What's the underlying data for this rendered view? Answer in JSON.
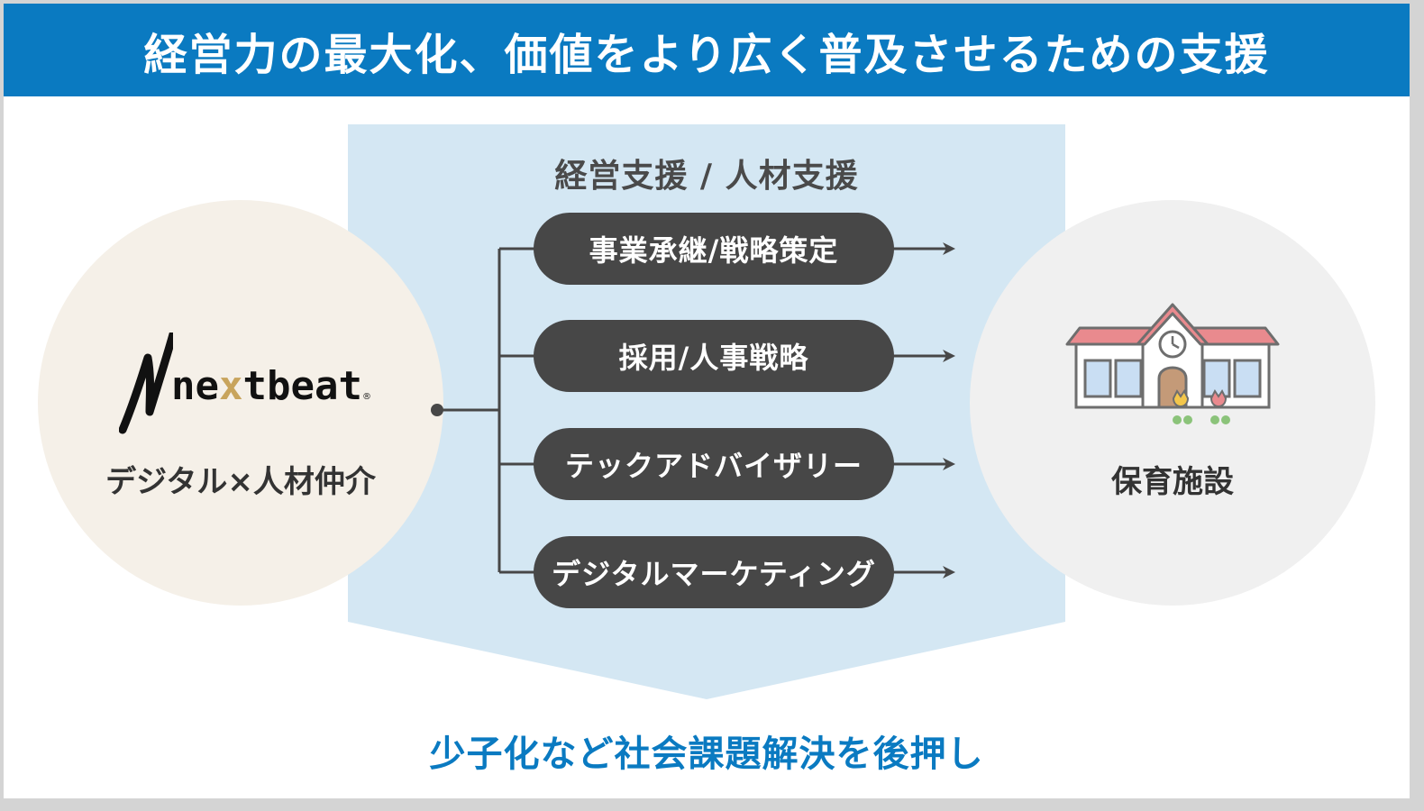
{
  "header": {
    "title": "経営力の最大化、価値をより広く普及させるための支援"
  },
  "support": {
    "title": "経営支援 / 人材支援",
    "items": [
      {
        "label": "事業承継/戦略策定"
      },
      {
        "label": "採用/人事戦略"
      },
      {
        "label": "テックアドバイザリー"
      },
      {
        "label": "デジタルマーケティング"
      }
    ]
  },
  "left": {
    "logo_text_before": "ne",
    "logo_text_x": "x",
    "logo_text_after": "tbeat",
    "logo_reg": "®",
    "label": "デジタル×人材仲介"
  },
  "right": {
    "label": "保育施設"
  },
  "footer": {
    "text": "少子化など社会課題解決を後押し"
  },
  "colors": {
    "header_bg": "#0a7ac1",
    "panel_bg": "#d4e7f3",
    "pill_bg": "#474747",
    "left_circle": "#f5f0e8",
    "right_circle": "#f0f0f0",
    "footer_text": "#0a7ac1",
    "logo_accent": "#c8a45c"
  }
}
